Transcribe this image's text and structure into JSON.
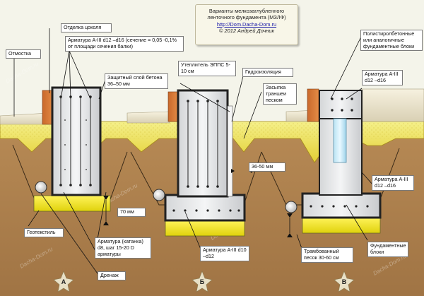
{
  "title_block": {
    "line1": "Варианты мелкозаглубленного",
    "line2": "ленточного фундамента (МЗЛФ)",
    "url": "http://Dom.Dacha-Dom.ru",
    "copyright": "© 2012 Андрей Дочник"
  },
  "watermark": "Dacha-Dom.ru",
  "variants": [
    "A",
    "Б",
    "В"
  ],
  "labels": {
    "otdelka": "Отделка цоколя",
    "otmostka": "Отмостка",
    "armatura_top": "Арматура А-III d12 –d16 (сечение = 0,05 -0,1% от площади сечения балки)",
    "zaschitny": "Защитный слой бетона 36–50 мм",
    "uteplitel": "Утеплитель ЭППС 5-10 см",
    "gidroizol": "Гидроизоляция",
    "zasypka": "Засыпка траншеи песком",
    "polistirol": "Полистиролбетонные или аналогичные фундаментные блоки",
    "arm_c1": "Арматура А-III d12 –d16",
    "dim_36_50": "36-50 мм",
    "arm_c2": "Арматура А-III d12 –d16",
    "dim_70": "70 мм",
    "geotextil": "Геотекстиль",
    "katanka": "Арматура (катанка) d8, шаг 15-20 D арматуры",
    "arm_b": "Арматура А-III d10 –d12",
    "trambovanny": "Трамбованный песок 30-60 см",
    "fund_bloki": "Фундаментные блоки",
    "drenazh": "Дренаж"
  }
}
